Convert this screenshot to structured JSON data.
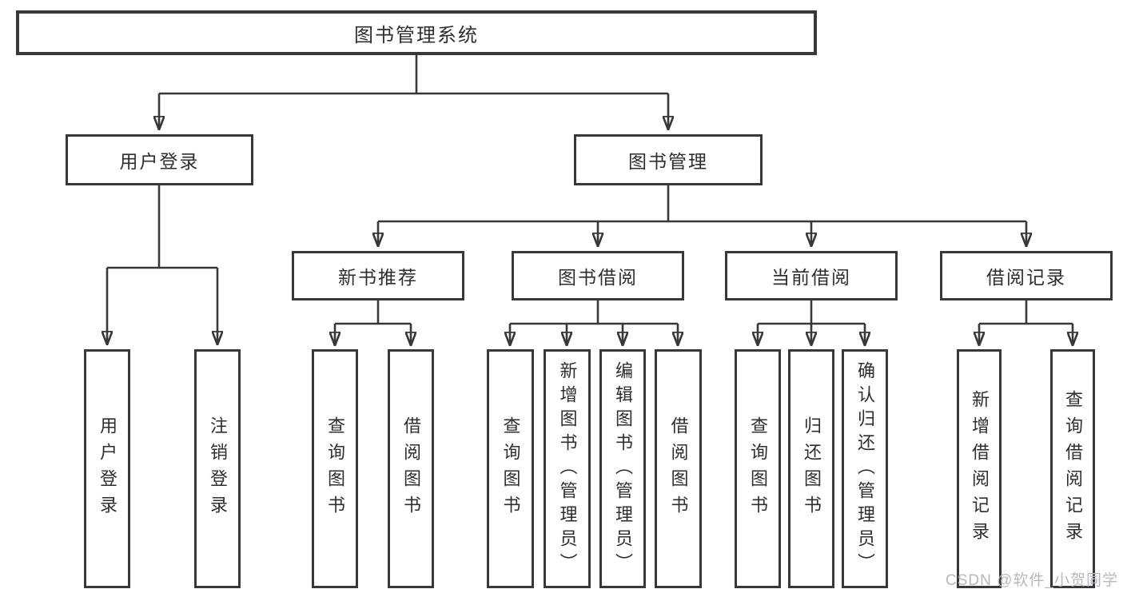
{
  "diagram_type": "tree-structure-chart",
  "colors": {
    "line": "#383838",
    "text": "#2e2e2e",
    "box_background": "#ffffff",
    "watermark": "#b6b8c0"
  },
  "nodes": {
    "root": "图书管理系统",
    "user_login": "用户登录",
    "book_mgmt": "图书管理",
    "new_book_rec": "新书推荐",
    "book_borrow": "图书借阅",
    "current_borrow": "当前借阅",
    "borrow_record": "借阅记录",
    "leaf_user_login": "用户登录",
    "leaf_logout": "注销登录",
    "leaf_nbr_query": "查询图书",
    "leaf_nbr_borrow": "借阅图书",
    "leaf_bb_query": "查询图书",
    "leaf_bb_add": "新增图书（管理员）",
    "leaf_bb_edit": "编辑图书（管理员）",
    "leaf_bb_borrow": "借阅图书",
    "leaf_cb_query": "查询图书",
    "leaf_cb_return": "归还图书",
    "leaf_cb_confirm": "确认归还（管理员）",
    "leaf_br_add": "新增借阅记录",
    "leaf_br_query": "查询借阅记录"
  },
  "watermark": "CSDN @软件_小贺同学"
}
